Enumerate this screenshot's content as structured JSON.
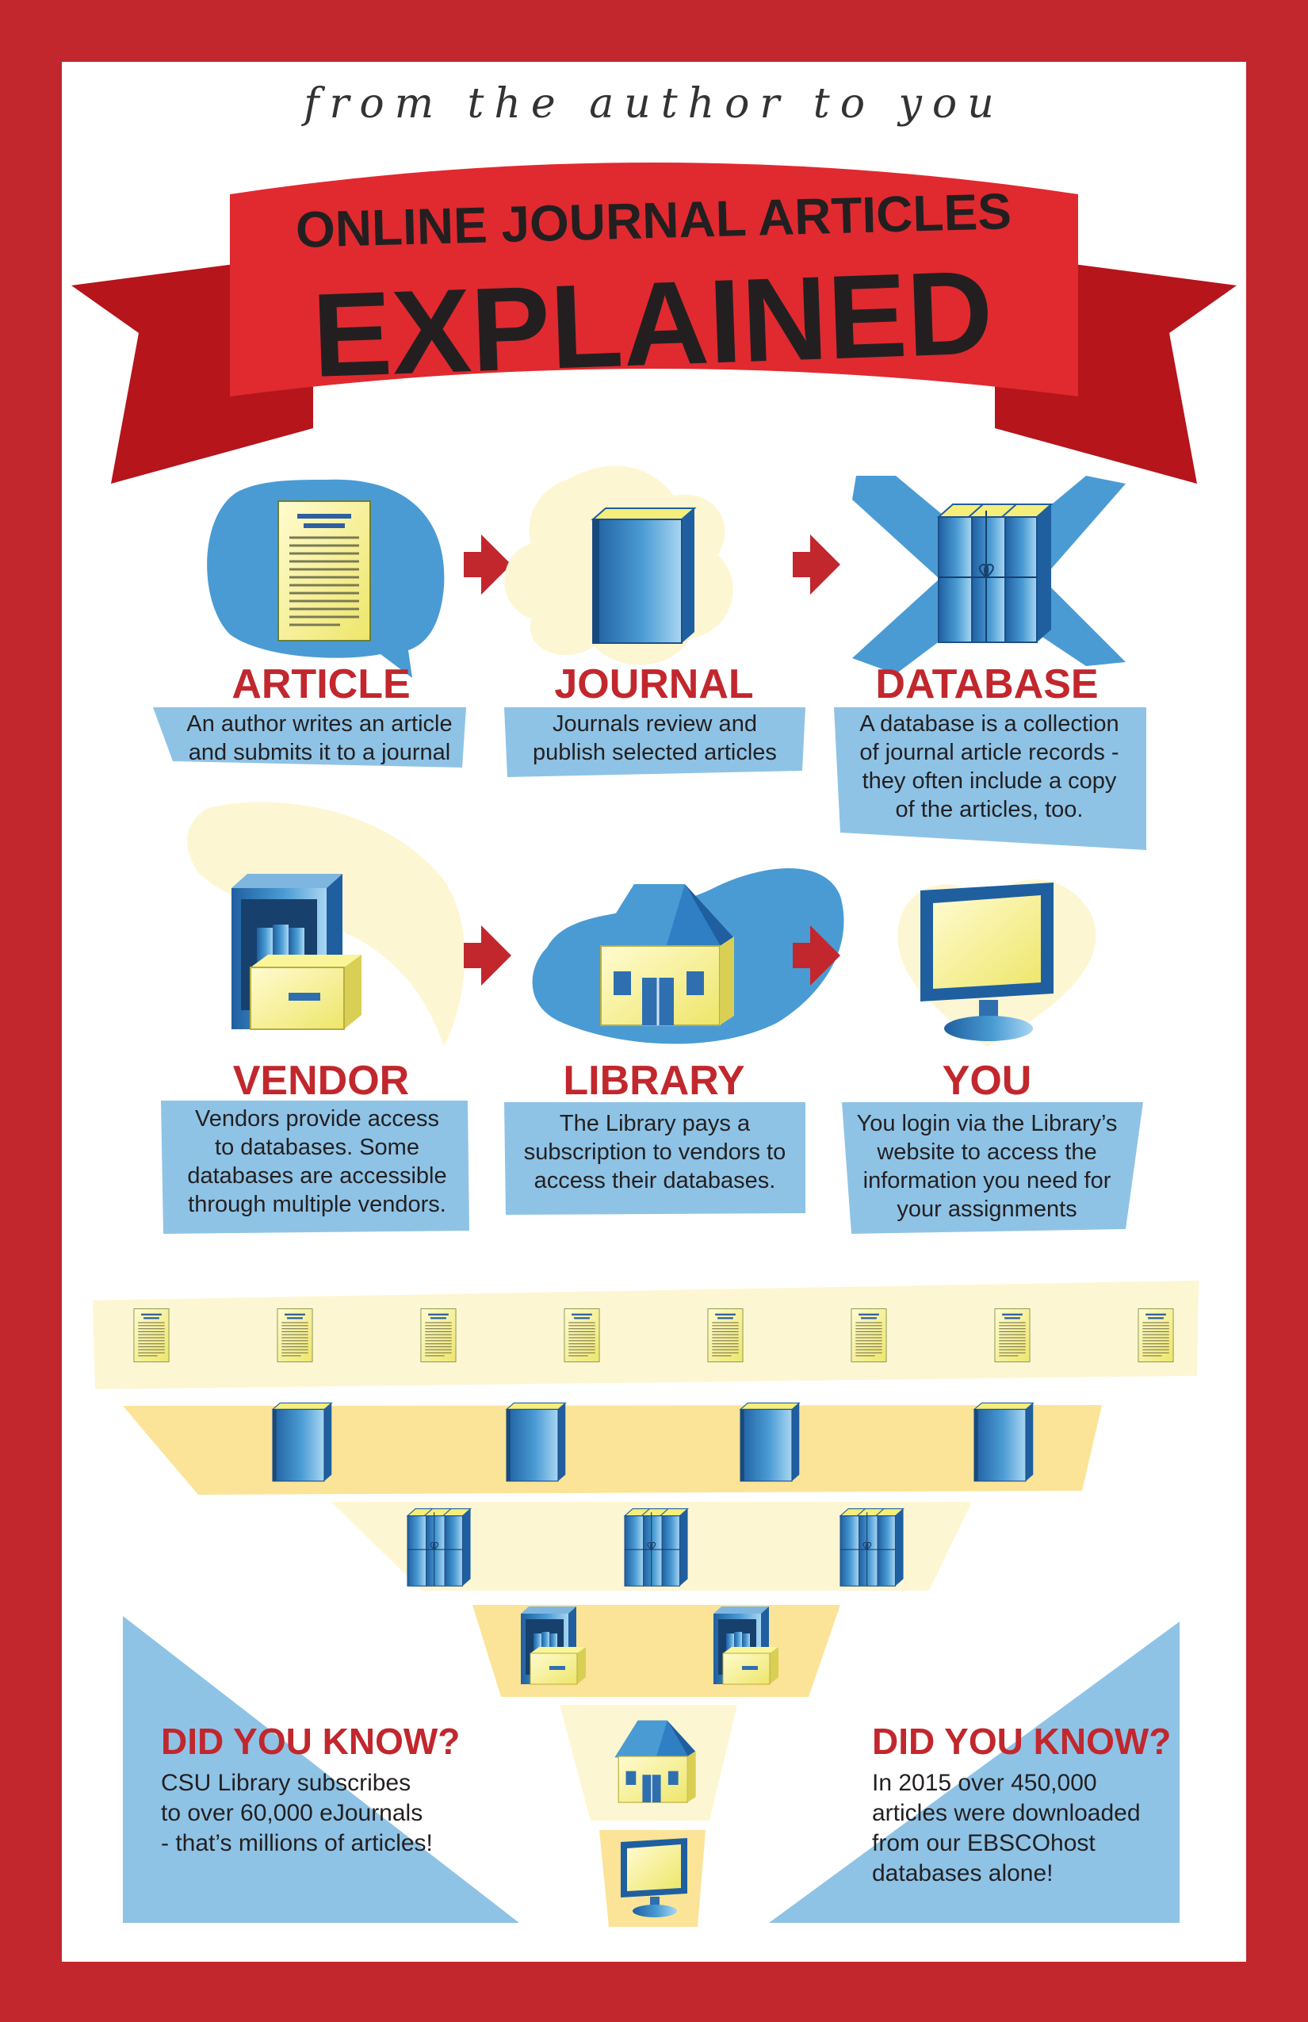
{
  "header": {
    "tagline": "from the author to you",
    "title_line1": "ONLINE JOURNAL ARTICLES",
    "title_line2": "EXPLAINED"
  },
  "steps": [
    {
      "title": "ARTICLE",
      "lines": [
        "An author writes an article",
        "and submits it to a journal"
      ],
      "icon": "document-icon"
    },
    {
      "title": "JOURNAL",
      "lines": [
        "Journals review and",
        "publish selected articles"
      ],
      "icon": "book-icon"
    },
    {
      "title": "DATABASE",
      "lines": [
        "A database is a collection",
        "of journal article records -",
        "they often include a copy",
        "of the articles, too."
      ],
      "icon": "book-bundle-icon"
    },
    {
      "title": "VENDOR",
      "lines": [
        "Vendors provide access",
        "to databases. Some",
        "databases are accessible",
        "through multiple vendors."
      ],
      "icon": "filing-cabinet-icon"
    },
    {
      "title": "LIBRARY",
      "lines": [
        "The Library pays a",
        "subscription to vendors to",
        "access their databases."
      ],
      "icon": "house-icon"
    },
    {
      "title": "YOU",
      "lines": [
        "You login via the Library’s",
        "website to access the",
        "information you need for",
        "your assignments"
      ],
      "icon": "monitor-icon"
    }
  ],
  "facts": {
    "left": {
      "title": "DID YOU KNOW?",
      "lines": [
        "CSU Library subscribes",
        "to over 60,000 eJournals",
        "- that’s millions of articles!"
      ]
    },
    "right": {
      "title": "DID YOU KNOW?",
      "lines": [
        "In 2015 over 450,000",
        "articles were downloaded",
        "from our  EBSCOhost",
        "databases alone!"
      ]
    }
  },
  "colors": {
    "frame_red": "#c1272d",
    "ribbon_red": "#e02a30",
    "text_dark": "#231f20",
    "blue": "#4a9bd4",
    "light_blue": "#8ec3e6",
    "yellow": "#f7f39a",
    "cream": "#fdf6d2",
    "band_yellow": "#fbe497"
  }
}
